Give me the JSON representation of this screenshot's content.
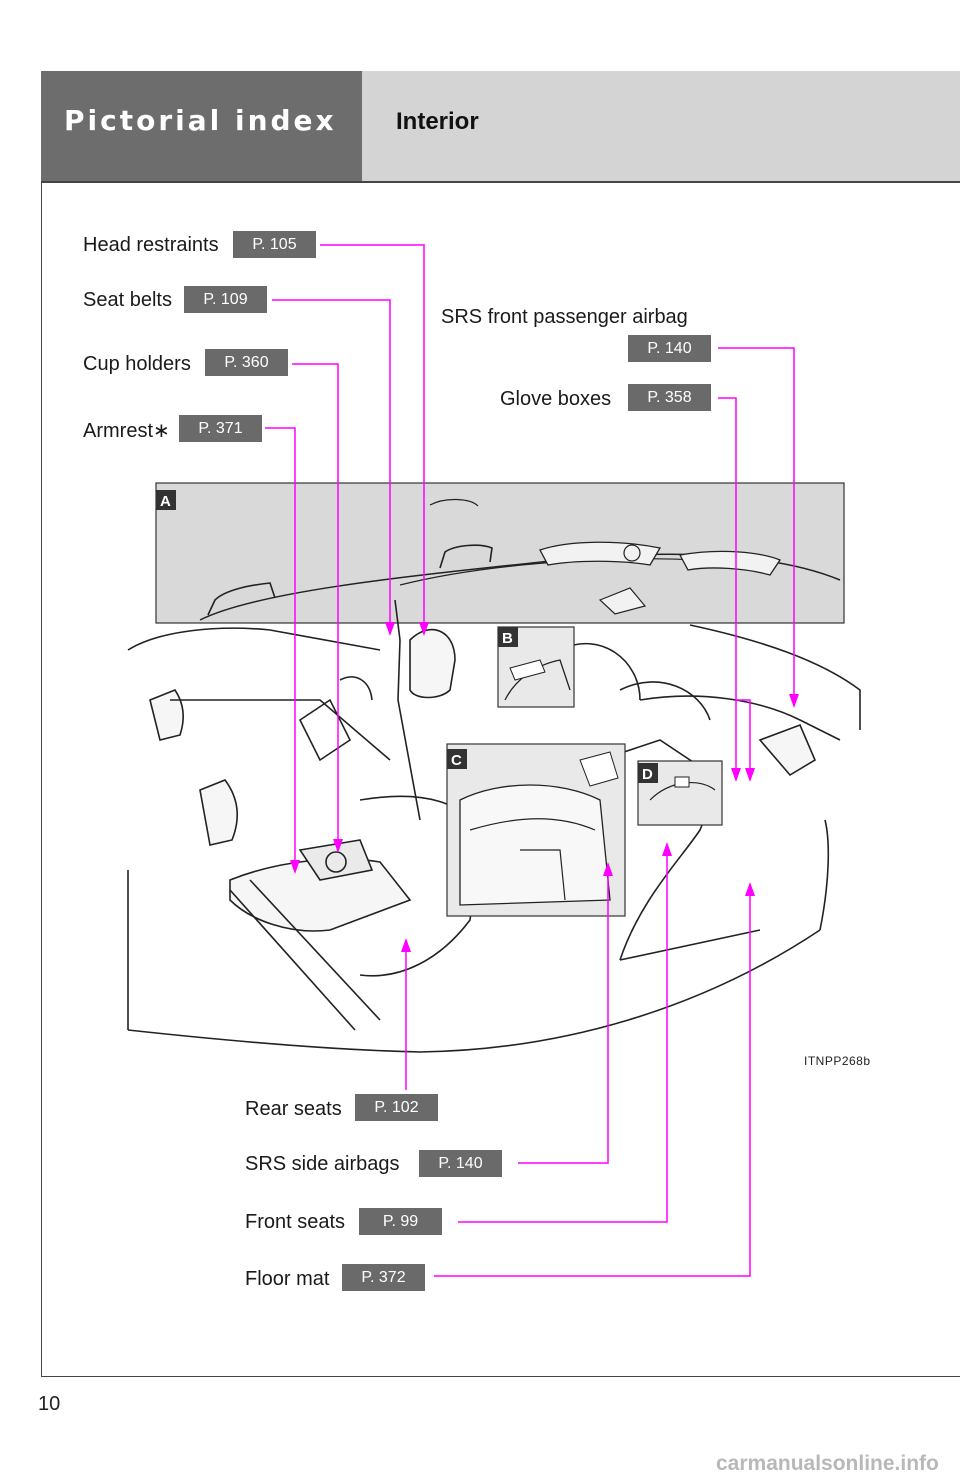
{
  "header": {
    "section": "Pictorial index",
    "subsection": "Interior"
  },
  "callouts": {
    "head_restraints": {
      "label": "Head restraints",
      "page": "P. 105"
    },
    "seat_belts": {
      "label": "Seat belts",
      "page": "P. 109"
    },
    "cup_holders": {
      "label": "Cup holders",
      "page": "P. 360"
    },
    "armrest": {
      "label": "Armrest∗",
      "page": "P. 371"
    },
    "srs_front_passenger_airbag": {
      "label": "SRS front passenger airbag",
      "page": "P. 140"
    },
    "glove_boxes": {
      "label": "Glove boxes",
      "page": "P. 358"
    },
    "rear_seats": {
      "label": "Rear seats",
      "page": "P. 102"
    },
    "srs_side_airbags": {
      "label": "SRS side airbags",
      "page": "P. 140"
    },
    "front_seats": {
      "label": "Front seats",
      "page": "P. 99"
    },
    "floor_mat": {
      "label": "Floor mat",
      "page": "P. 372"
    }
  },
  "insets": {
    "a": "A",
    "b": "B",
    "c": "C",
    "d": "D"
  },
  "figure_code": "ITNPP268b",
  "page_number": "10",
  "watermark": "carmanualsonline.info",
  "colors": {
    "leader": "#ff00ff",
    "tab_dark": "#6d6d6d",
    "tab_light": "#d4d4d4",
    "page_ref": "#6a6a6a"
  }
}
